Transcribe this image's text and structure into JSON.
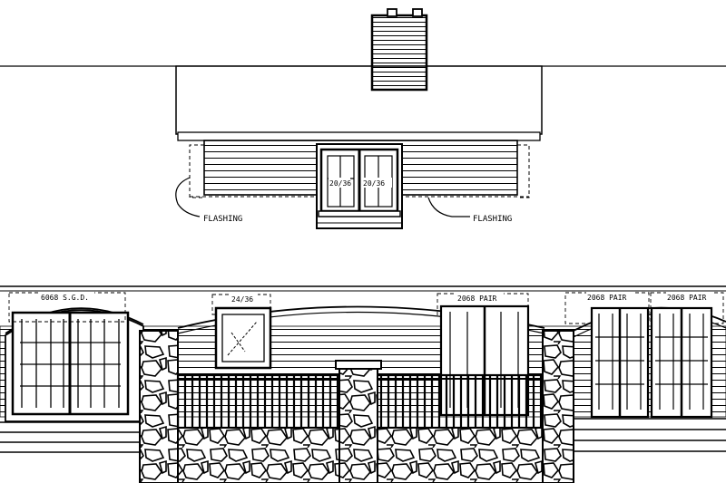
{
  "upper_elevation": {
    "labels": {
      "flashing_left": "FLASHING",
      "flashing_right": "FLASHING",
      "window_left": "20/36",
      "window_right": "20/36"
    }
  },
  "lower_elevation": {
    "labels": {
      "sgd": "6068 S.G.D.",
      "window": "24/36",
      "pair_center": "2068 PAIR",
      "pair_right_1": "2068 PAIR",
      "pair_right_2": "2068 PAIR"
    }
  }
}
